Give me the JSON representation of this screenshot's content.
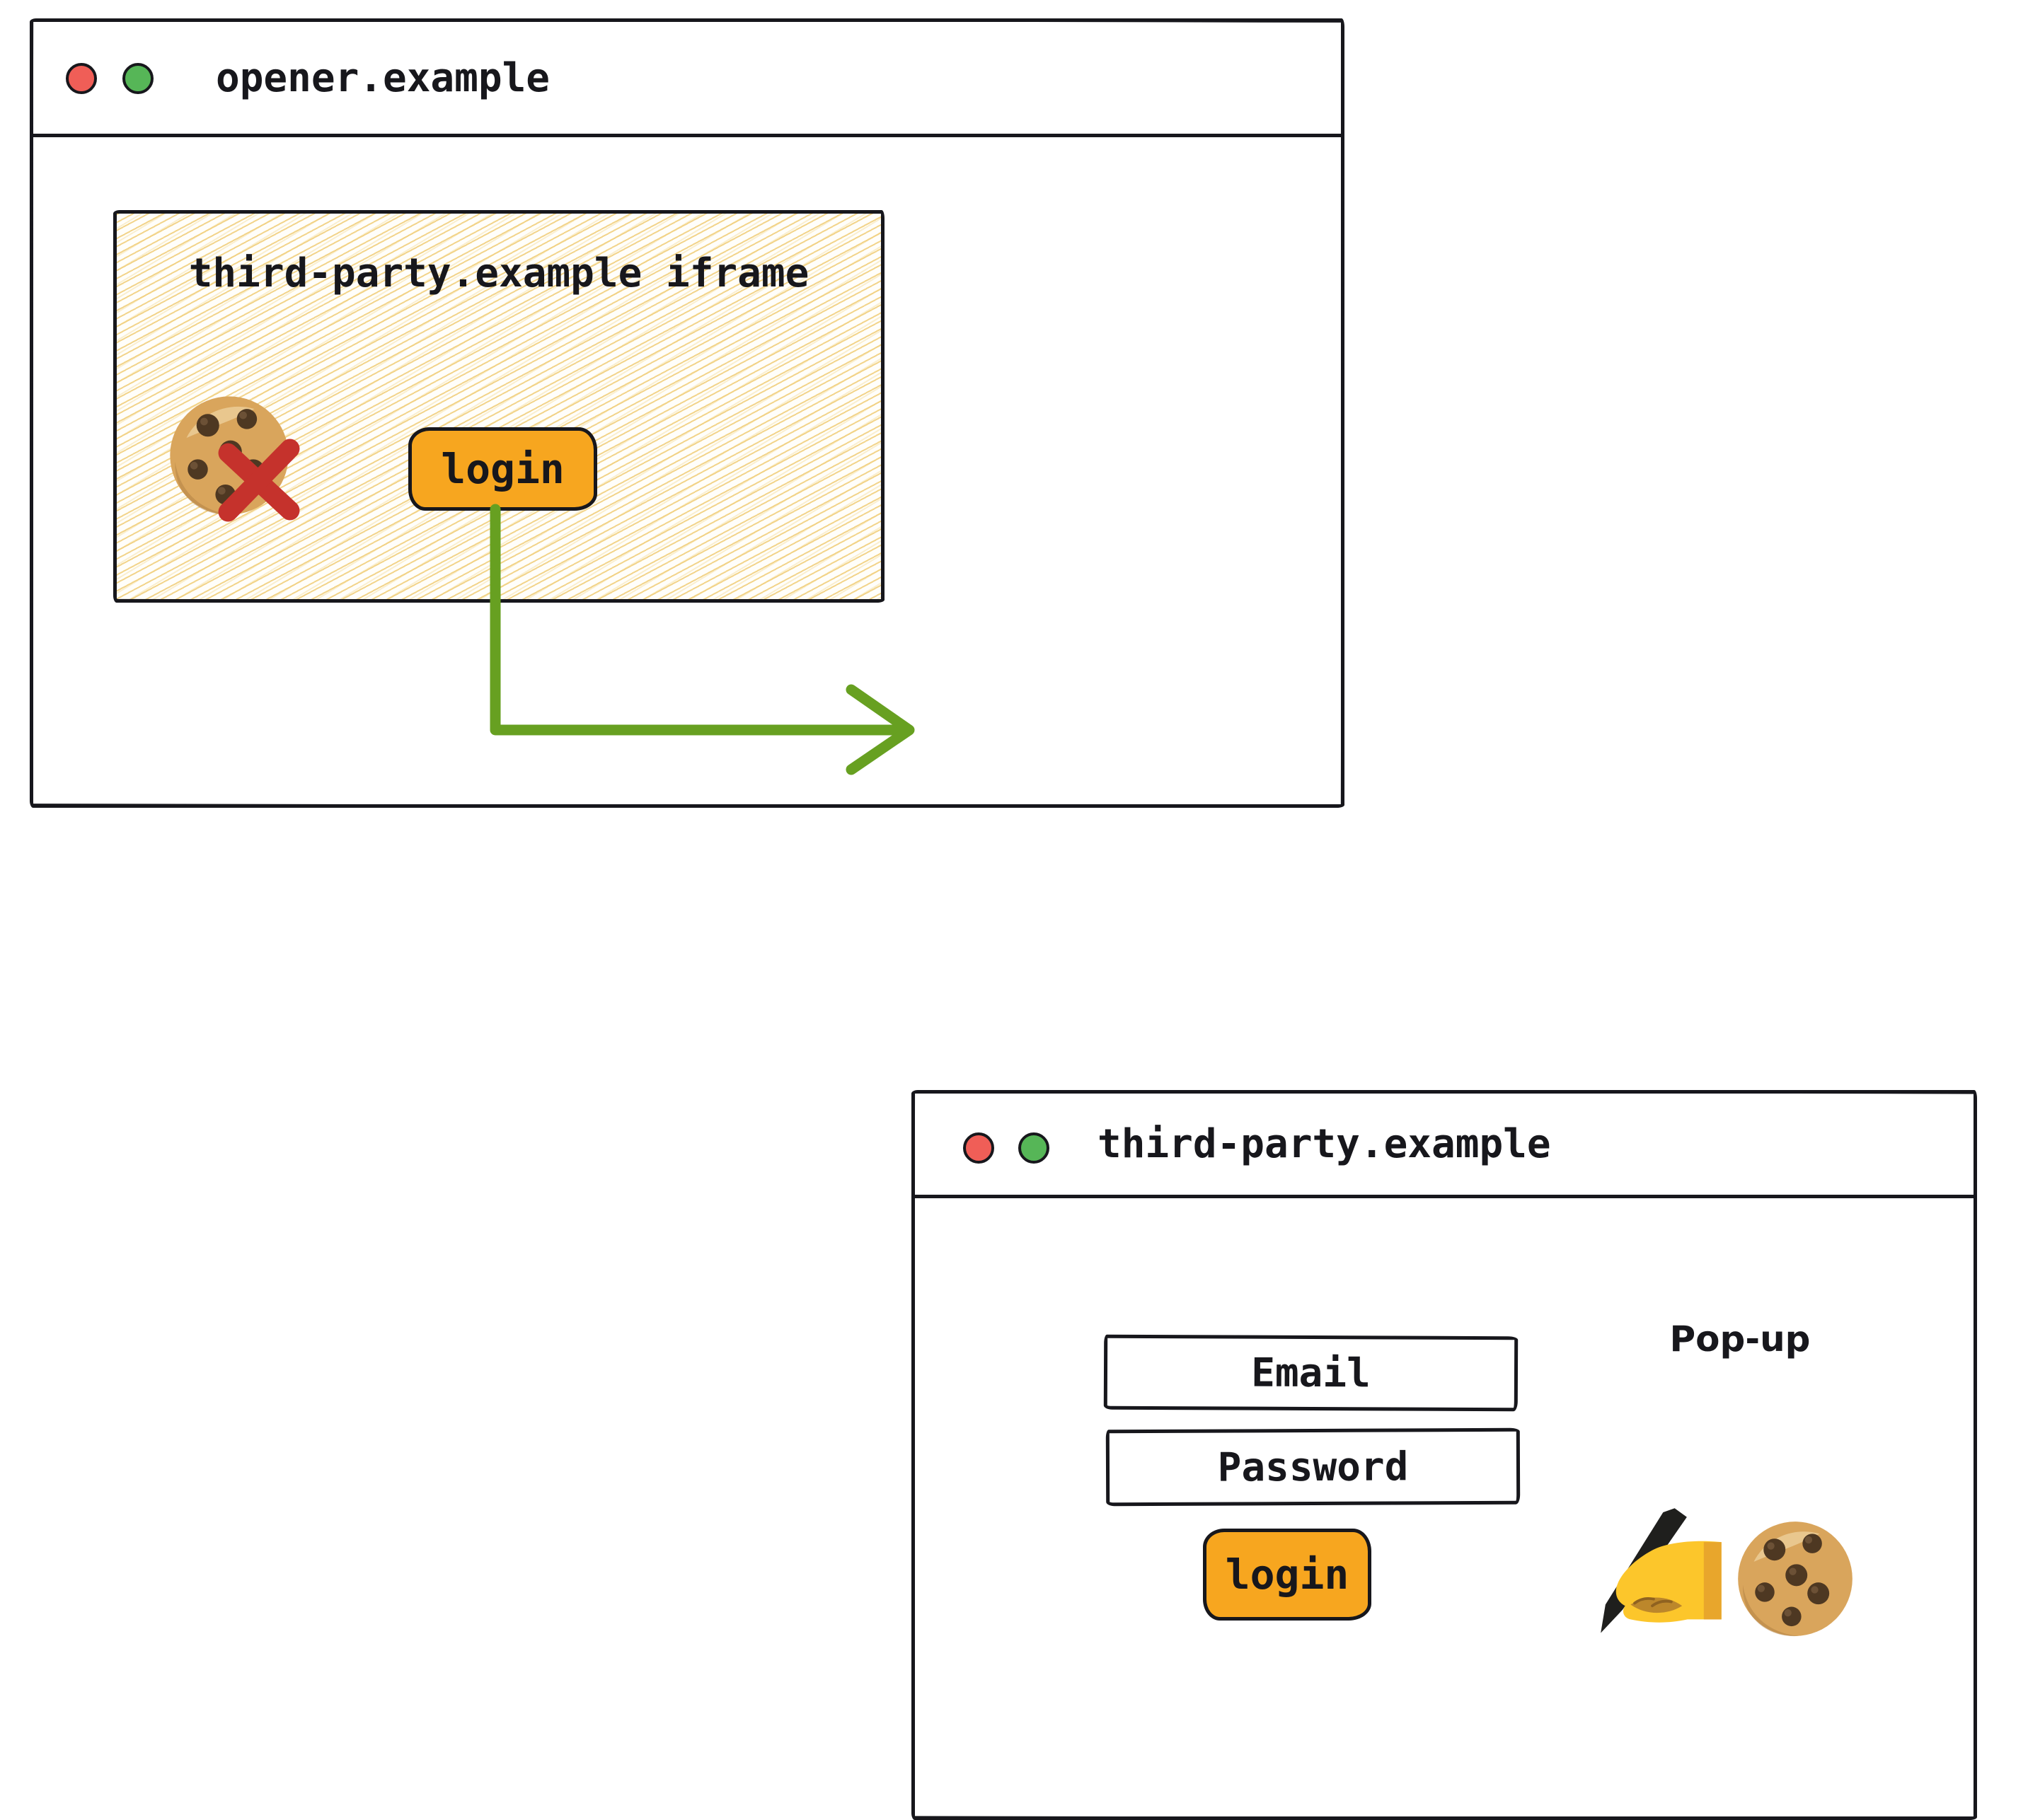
{
  "colors": {
    "ink": "#17171c",
    "hatch_line_gold": "#f2d282",
    "button_orange": "#f7a61f",
    "arrow_green": "#67a021",
    "blocked_x_red": "#c5322c",
    "traffic_light_red": "#f05e57",
    "traffic_light_green": "#56b657"
  },
  "opener_window": {
    "title": "opener.example",
    "iframe": {
      "label": "third-party.example iframe",
      "login_button_label": "login",
      "icons": {
        "cookie": "cookie-icon",
        "blocked": "blocked-x-icon"
      }
    }
  },
  "popup_window": {
    "title": "third-party.example",
    "popup_label": "Pop-up",
    "email_field_label": "Email",
    "password_field_label": "Password",
    "login_button_label": "login",
    "icons": {
      "writing_hand": "writing-hand-icon",
      "cookie": "cookie-icon"
    }
  }
}
